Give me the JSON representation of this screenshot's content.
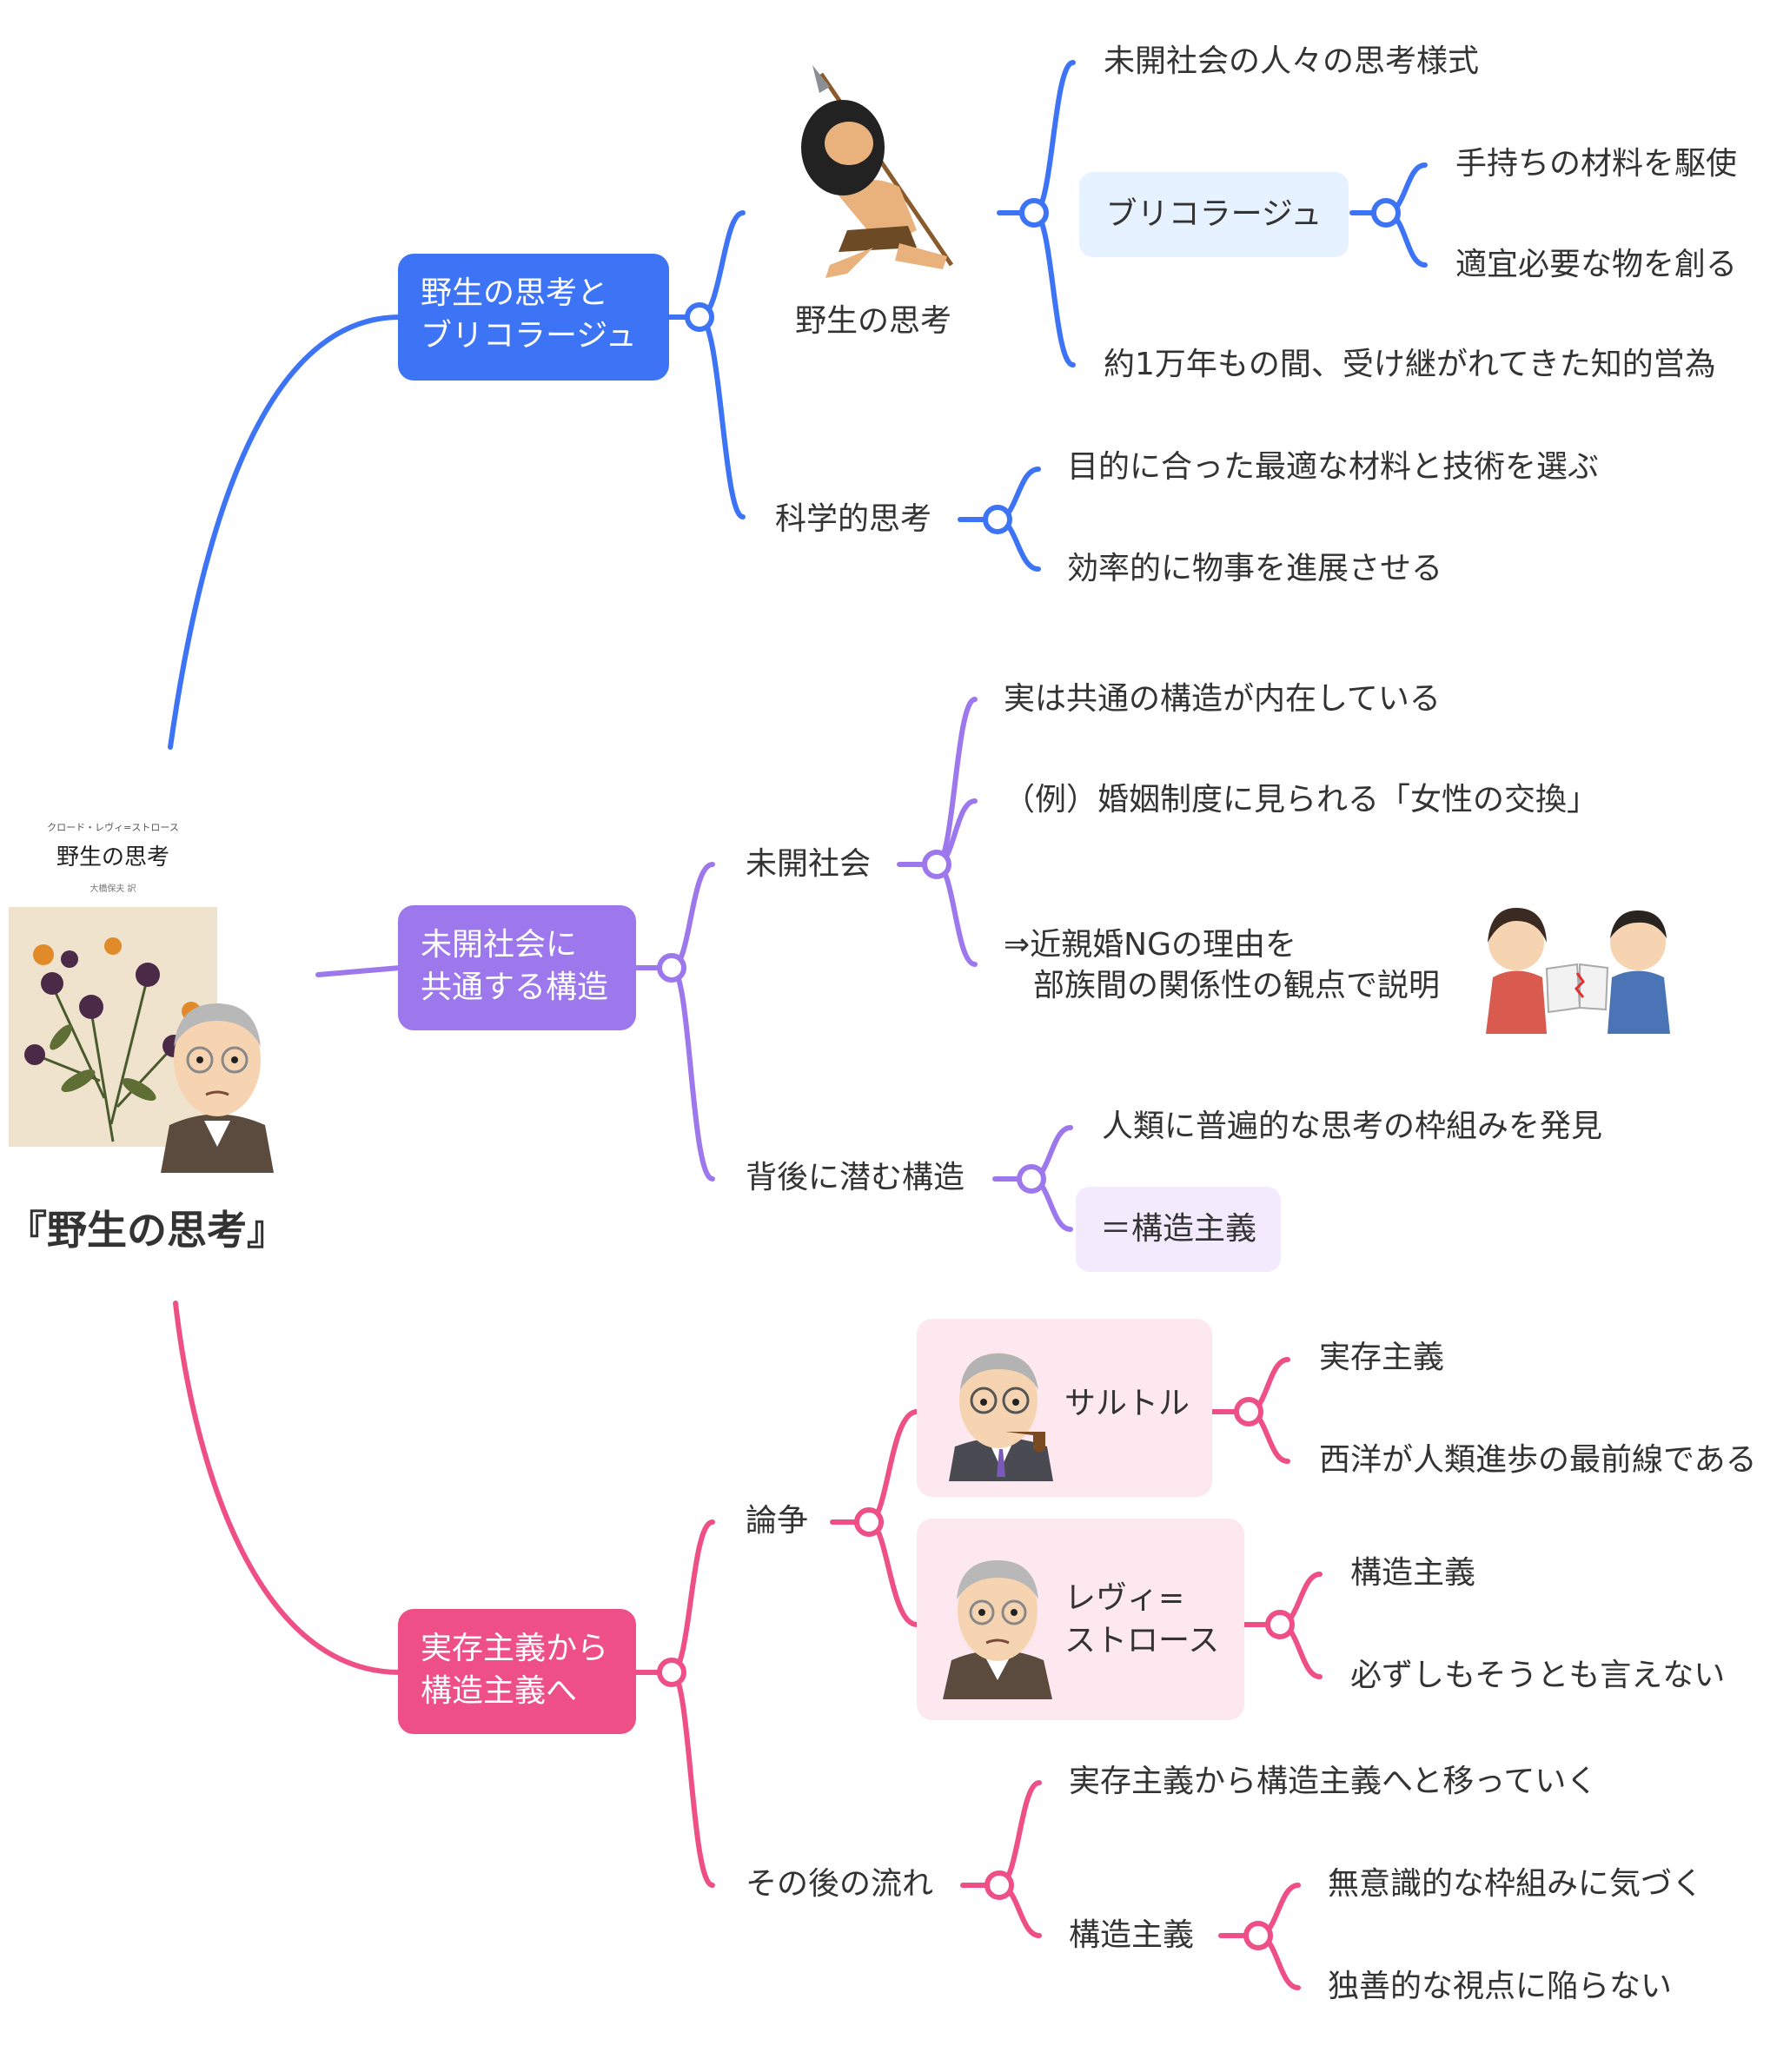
{
  "root": {
    "title": "『野生の思考』",
    "cover_title": "野生の思考",
    "cover_author": "クロード・レヴィ=ストロース",
    "cover_publisher": "大橋保夫 訳"
  },
  "branch1": {
    "label_lines": [
      "野生の思考と",
      "ブリコラージュ"
    ],
    "color": "#3d73f5",
    "savage": {
      "label": "野生の思考",
      "items": [
        "未開社会の人々の思考様式",
        "約1万年もの間、受け継がれてきた知的営為"
      ],
      "bricolage": {
        "label": "ブリコラージュ",
        "items": [
          "手持ちの材料を駆使",
          "適宜必要な物を創る"
        ]
      }
    },
    "science": {
      "label": "科学的思考",
      "items": [
        "目的に合った最適な材料と技術を選ぶ",
        "効率的に物事を進展させる"
      ]
    }
  },
  "branch2": {
    "label_lines": [
      "未開社会に",
      "共通する構造"
    ],
    "color": "#9d77ec",
    "primitive": {
      "label": "未開社会",
      "items": [
        "実は共通の構造が内在している",
        "（例）婚姻制度に見られる「女性の交換」"
      ],
      "explain_lines": [
        "⇒近親婚NGの理由を",
        "部族間の関係性の観点で説明"
      ]
    },
    "hidden": {
      "label": "背後に潜む構造",
      "items": [
        "人類に普遍的な思考の枠組みを発見",
        "＝構造主義"
      ]
    }
  },
  "branch3": {
    "label_lines": [
      "実存主義から",
      "構造主義へ"
    ],
    "color": "#ee4f86",
    "debate": {
      "label": "論争",
      "sartre": {
        "label": "サルトル",
        "items": [
          "実存主義",
          "西洋が人類進歩の最前線である"
        ]
      },
      "levi": {
        "label_lines": [
          "レヴィ=",
          "ストロース"
        ],
        "items": [
          "構造主義",
          "必ずしもそうとも言えない"
        ]
      }
    },
    "after": {
      "label": "その後の流れ",
      "items": [
        "実存主義から構造主義へと移っていく"
      ],
      "structuralism": {
        "label": "構造主義",
        "items": [
          "無意識的な枠組みに気づく",
          "独善的な視点に陥らない"
        ]
      }
    }
  }
}
